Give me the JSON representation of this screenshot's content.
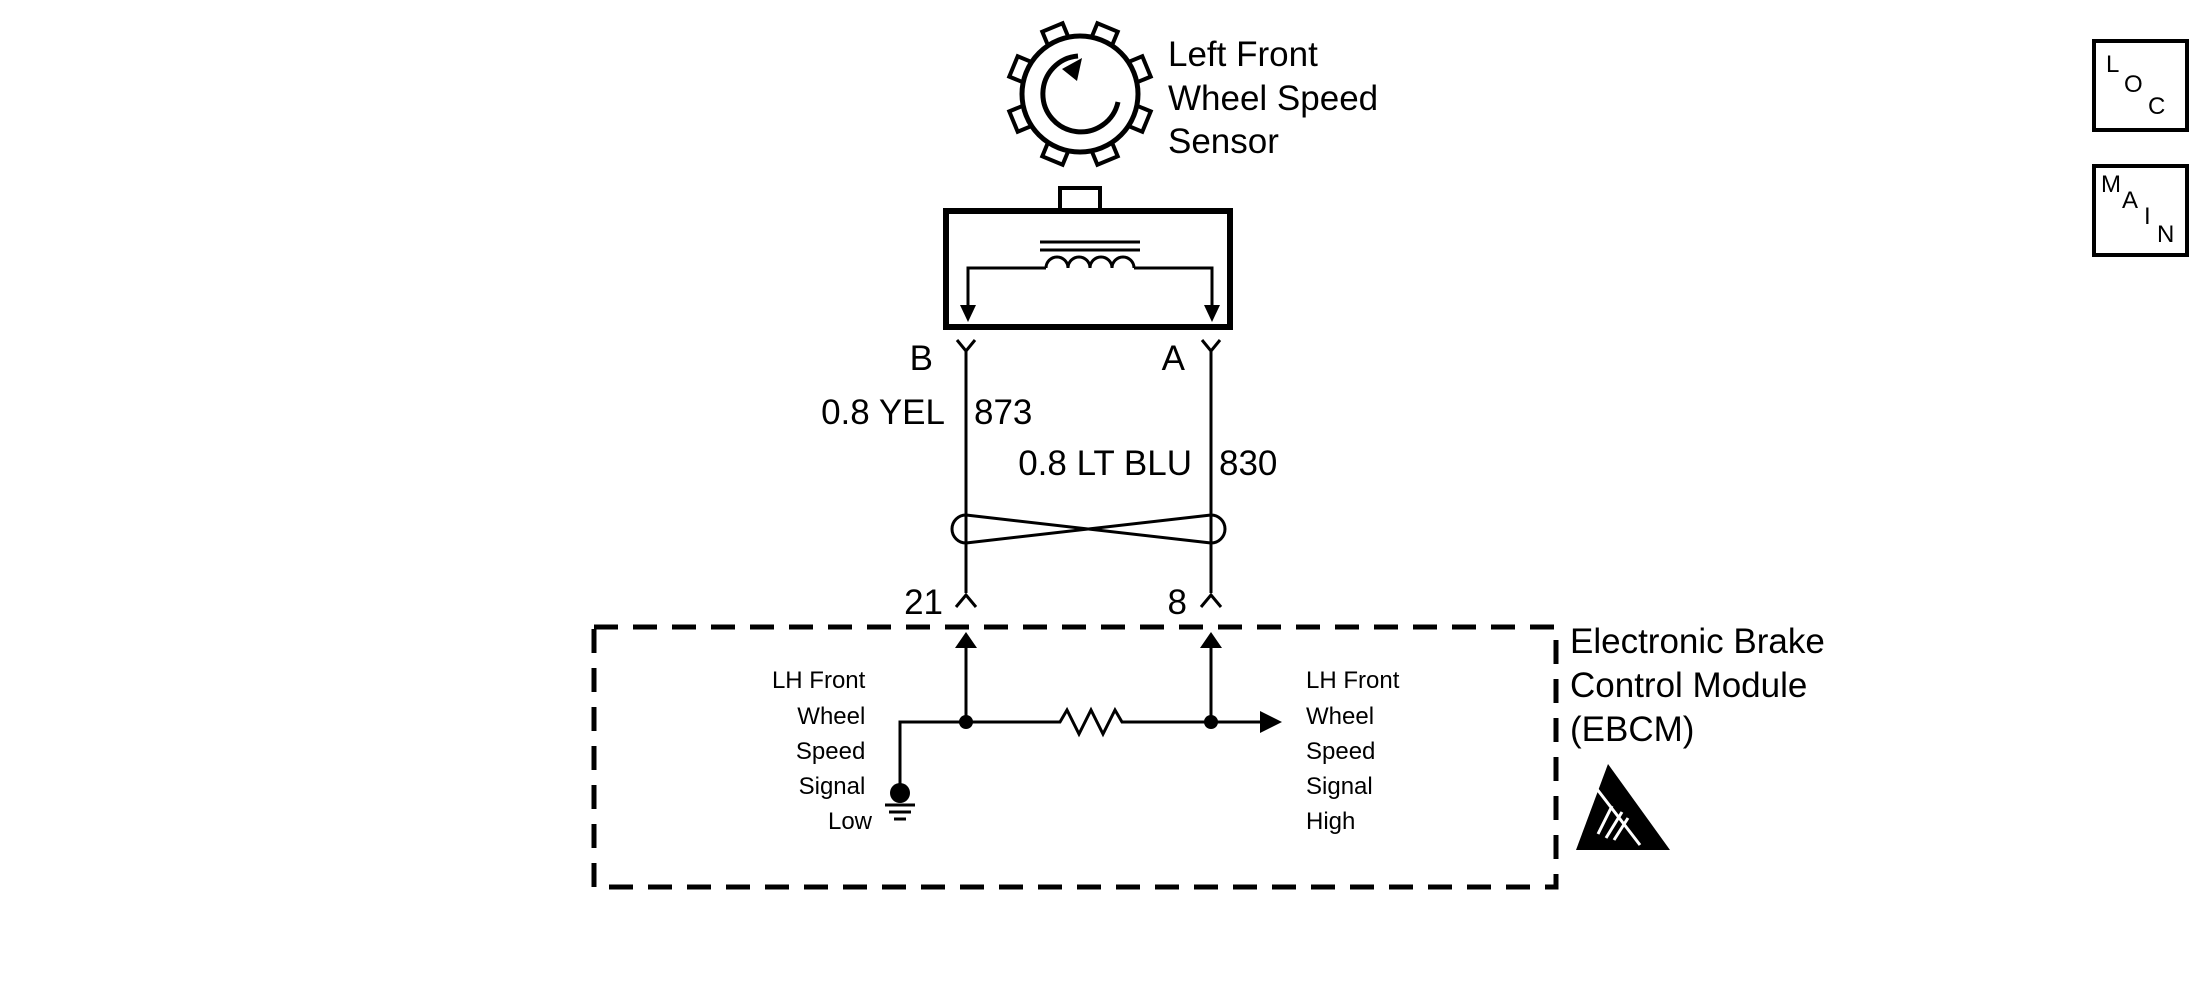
{
  "sensor": {
    "label_lines": [
      "Left Front",
      "Wheel Speed",
      "Sensor"
    ]
  },
  "wires": {
    "left": {
      "cavity": "B",
      "color_label": "0.8 YEL",
      "circuit": "873",
      "module_pin": "21"
    },
    "right": {
      "cavity": "A",
      "color_label": "0.8 LT BLU",
      "circuit": "830",
      "module_pin": "8"
    }
  },
  "module": {
    "title_lines": [
      "Electronic Brake",
      "Control Module",
      "(EBCM)"
    ],
    "low_signal_lines": [
      "LH Front",
      "Wheel",
      "Speed",
      "Signal",
      "Low"
    ],
    "high_signal_lines": [
      "LH Front",
      "Wheel",
      "Speed",
      "Signal",
      "High"
    ]
  },
  "nav": {
    "loc": [
      "L",
      "O",
      "C"
    ],
    "main": [
      "M",
      "A",
      "I",
      "N"
    ]
  }
}
